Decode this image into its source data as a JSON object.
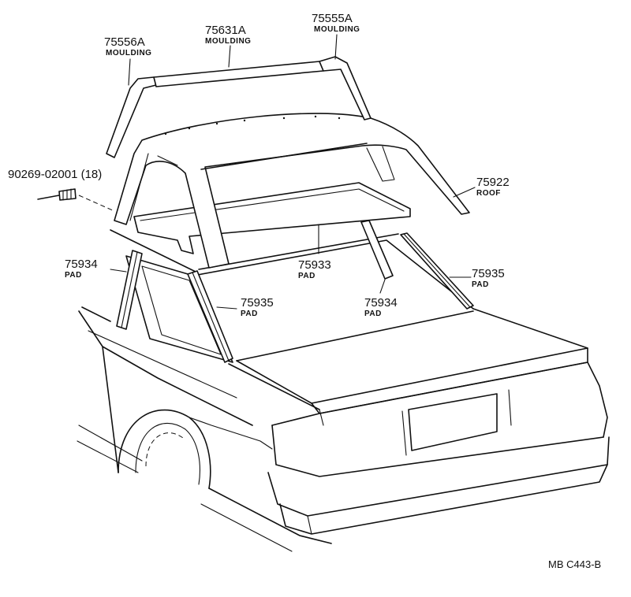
{
  "parts": [
    {
      "id": "p75556A",
      "number": "75556A",
      "name": "MOULDING"
    },
    {
      "id": "p75631A",
      "number": "75631A",
      "name": "MOULDING"
    },
    {
      "id": "p75555A",
      "number": "75555A",
      "name": "MOULDING"
    },
    {
      "id": "p90269",
      "number": "90269-02001 (18)",
      "name": ""
    },
    {
      "id": "p75922",
      "number": "75922",
      "name": "ROOF"
    },
    {
      "id": "p75934a",
      "number": "75934",
      "name": "PAD"
    },
    {
      "id": "p75933",
      "number": "75933",
      "name": "PAD"
    },
    {
      "id": "p75935a",
      "number": "75935",
      "name": "PAD"
    },
    {
      "id": "p75935b",
      "number": "75935",
      "name": "PAD"
    },
    {
      "id": "p75934b",
      "number": "75934",
      "name": "PAD"
    }
  ],
  "reference": "MB C443-B"
}
